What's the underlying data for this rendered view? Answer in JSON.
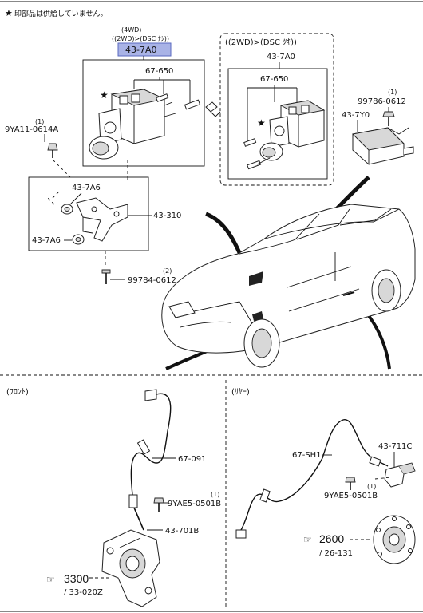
{
  "notice": {
    "star": "★",
    "text": "印部品は供給していません。"
  },
  "top_left": {
    "cond1": "(4WD)",
    "cond2": "((2WD)>(DSC ﾅｼ))",
    "highlight_code": "43-7A0",
    "highlight_color": "#a9b3e6",
    "unit_code": "67-650",
    "bolt_qty": "(1)",
    "bolt_code": "9YA11-0614A",
    "bracket_code": "43-310",
    "grommet_a": "43-7A6",
    "grommet_b": "43-7A6",
    "bolt2_qty": "(2)",
    "bolt2_code": "99784-0612"
  },
  "top_right": {
    "cond": "((2WD)>(DSC ﾂｷ))",
    "assy_code": "43-7A0",
    "unit_code": "67-650",
    "sensor_code": "43-7Y0",
    "bolt_qty": "(1)",
    "bolt_code": "99786-0612"
  },
  "front": {
    "title": "(ﾌﾛﾝﾄ)",
    "sensor_code": "67-091",
    "bolt_qty": "(1)",
    "bolt_code": "9YAE5-0501B",
    "rotor_code": "43-701B",
    "ref_code": "3300",
    "ref_sub": "/ 33-020Z"
  },
  "rear": {
    "title": "(ﾘﾔｰ)",
    "harness_code": "67-SH1",
    "sensor_code": "43-711C",
    "bolt_qty": "(1)",
    "bolt_code": "9YAE5-0501B",
    "ref_code": "2600",
    "ref_sub": "/ 26-131"
  }
}
